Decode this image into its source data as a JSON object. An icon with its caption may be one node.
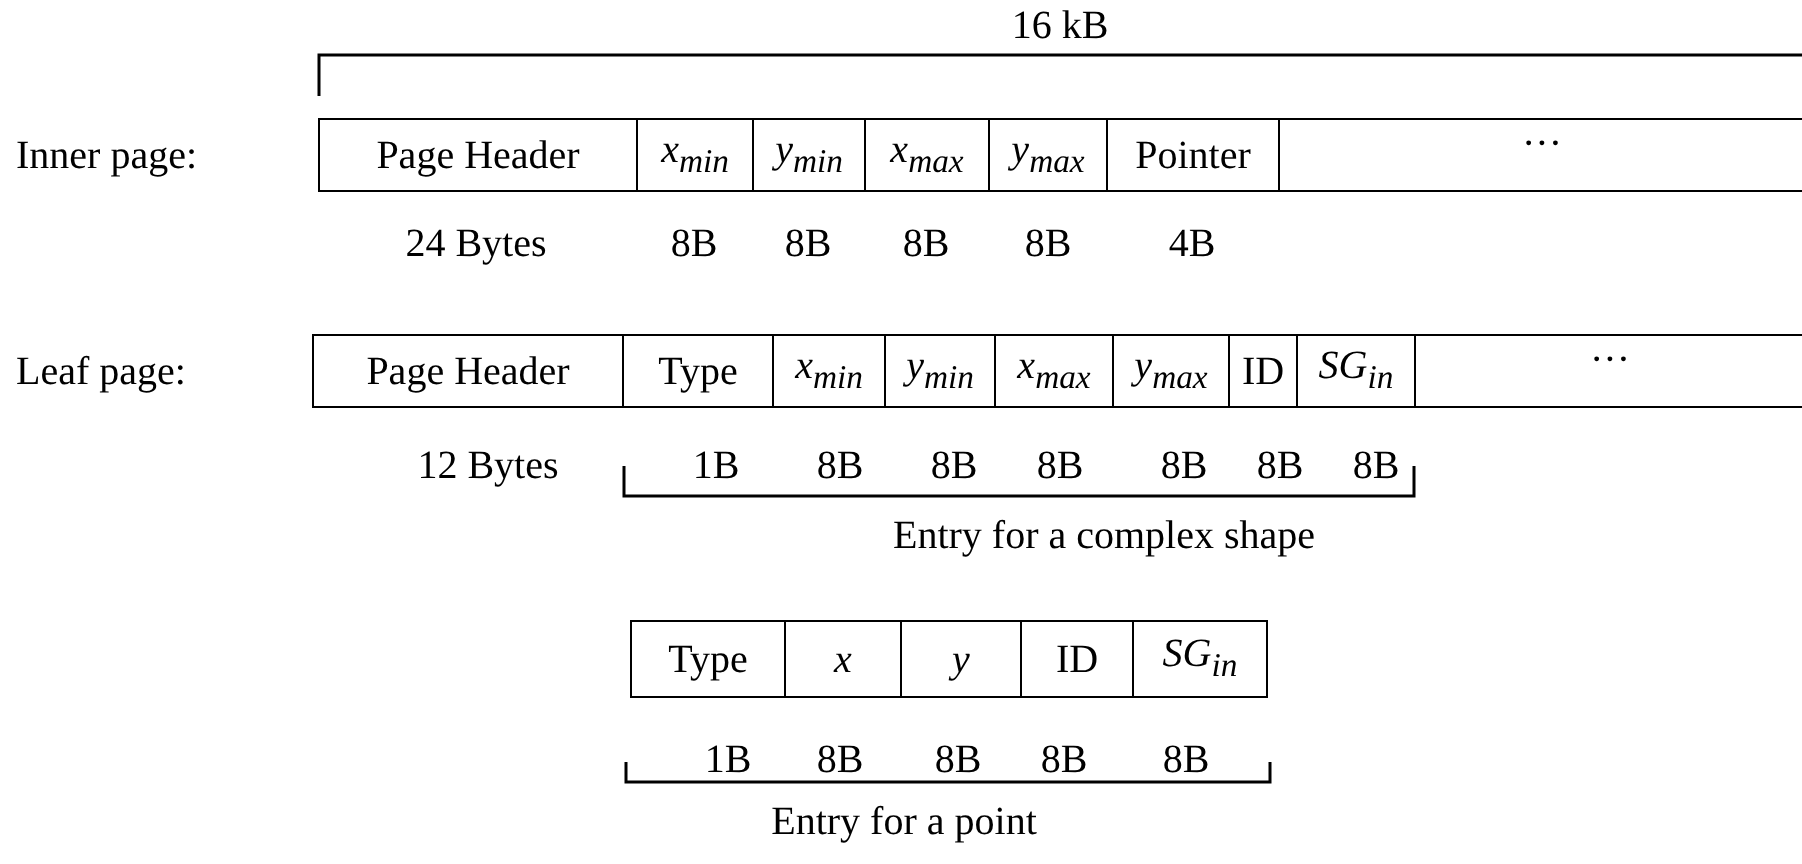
{
  "diagram": {
    "nodes": [
      {
        "text": [
          "Page Header"
        ]
      },
      {
        "text": [
          "x$_{min}$"
        ]
      },
      {
        "text": [
          "y$_{min}$"
        ]
      },
      {
        "text": [
          "x$_{max}$"
        ]
      },
      {
        "text": [
          "y$_{max}$"
        ]
      },
      {
        "text": [
          "Pointer"
        ]
      },
      {
        "text": [
          "···"
        ]
      },
      {
        "text": [
          "Page Header"
        ]
      },
      {
        "text": [
          "Type"
        ]
      },
      {
        "text": [
          "x$_{min}$"
        ]
      },
      {
        "text": [
          "y$_{min}$"
        ]
      },
      {
        "text": [
          "x$_{max}$"
        ]
      },
      {
        "text": [
          "y$_{max}$"
        ]
      },
      {
        "text": [
          "ID"
        ]
      },
      {
        "text": [
          "SG$_{in}$"
        ]
      },
      {
        "text": [
          "···"
        ]
      },
      {
        "text": [
          "Type"
        ]
      },
      {
        "text": [
          "x"
        ]
      },
      {
        "text": [
          "y"
        ]
      },
      {
        "text": [
          "ID"
        ]
      },
      {
        "text": [
          "SG$_{in}$"
        ]
      }
    ],
    "labels": [
      "16 kB",
      "Inner page:",
      "24 Bytes",
      "8B",
      "8B",
      "8B",
      "8B",
      "4B",
      "Leaf page:",
      "12 Bytes",
      "1B",
      "8B",
      "8B",
      "8B",
      "8B",
      "8B",
      "8B",
      "Entry for a complex shape",
      "1B",
      "8B",
      "8B",
      "8B",
      "8B",
      "Entry for a point"
    ]
  }
}
